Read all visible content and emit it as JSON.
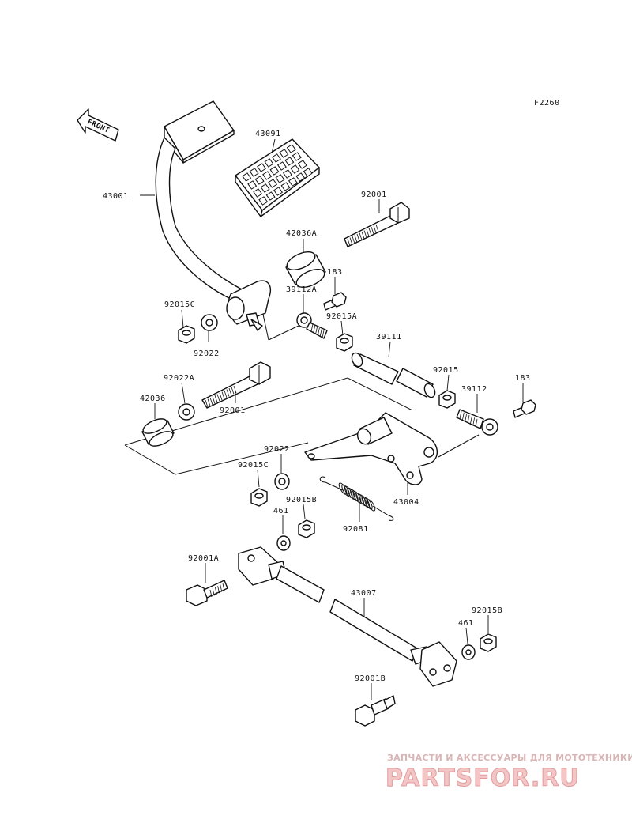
{
  "figure_code": "F2260",
  "front_arrow_label": "FRONT",
  "labels": {
    "p43091": "43091",
    "p43001": "43001",
    "p92001_top": "92001",
    "p42036A": "42036A",
    "p183_top": "183",
    "p39112A": "39112A",
    "p92015C_top": "92015C",
    "p92015A": "92015A",
    "p92022_top": "92022",
    "p39111": "39111",
    "p92015": "92015",
    "p183_right": "183",
    "p92022A": "92022A",
    "p39112": "39112",
    "p42036": "42036",
    "p92001_mid": "92001",
    "p92022_mid": "92022",
    "p92015C_mid": "92015C",
    "p92015B_mid": "92015B",
    "p43004": "43004",
    "p461_mid": "461",
    "p92081": "92081",
    "p92001A": "92001A",
    "p43007": "43007",
    "p92015B_bot": "92015B",
    "p461_bot": "461",
    "p92001B": "92001B"
  },
  "watermark": {
    "tagline": "ЗАПЧАСТИ И АКСЕССУАРЫ ДЛЯ МОТОТЕХНИКИ",
    "brand": "PARTSFOR.RU"
  }
}
